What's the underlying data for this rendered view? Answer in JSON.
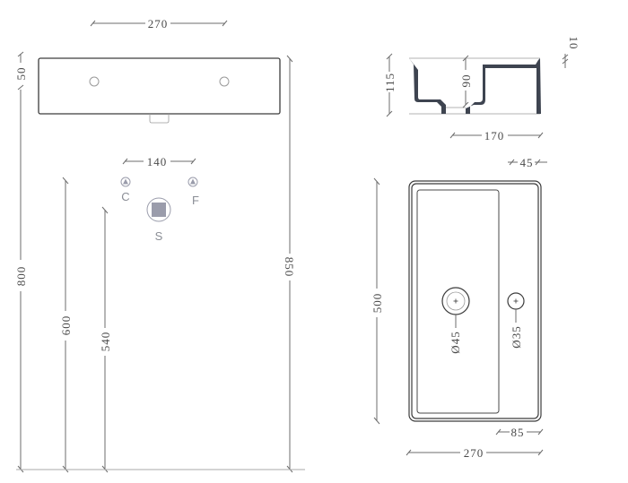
{
  "colors": {
    "line": "#6e6e6e",
    "outline": "#3c3c3c",
    "section_fill": "#3e4450",
    "symbol_fill": "#9a9cab",
    "label": "#8a8d95",
    "text": "#4a4a4a"
  },
  "front_view": {
    "width_dim": "270",
    "top_thickness_dim": "50",
    "overall_height_dim": "800",
    "mount_height_dim": "850",
    "tap_spacing_dim": "140",
    "cold_supply_height_dim": "600",
    "waste_height_dim": "540",
    "labels": {
      "cold": "C",
      "hot": "F",
      "waste": "S"
    },
    "symbols": {
      "cold": "triangle-in-circle-icon",
      "hot": "triangle-in-circle-icon",
      "waste": "square-in-circle-icon"
    }
  },
  "side_section": {
    "height_dim": "115",
    "bowl_depth_dim": "90",
    "depth_dim": "170",
    "rim_dim": "10"
  },
  "top_view": {
    "length_dim": "500",
    "width_dim": "270",
    "ledge_dim": "45",
    "tap_offset_dim": "85",
    "drain_diameter": "Ø45",
    "tap_hole_diameter": "Ø35"
  }
}
